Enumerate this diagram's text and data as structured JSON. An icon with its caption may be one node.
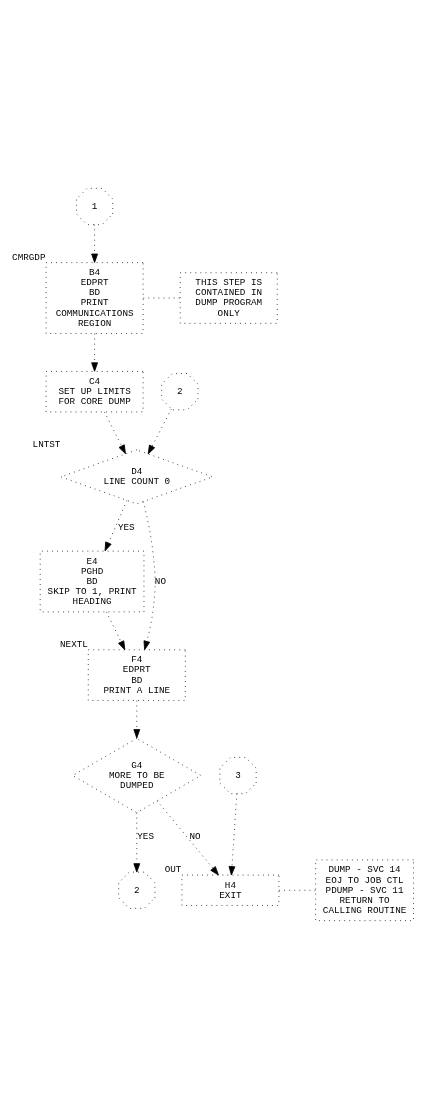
{
  "diagram": {
    "nodes": [
      {
        "text": [
          "1"
        ]
      },
      {
        "text": [
          "B4",
          "EDPRT",
          "BD",
          "PRINT COMMUNICATIONS REGION"
        ],
        "beside": [
          "CMRGDP"
        ]
      },
      {
        "text": [
          "THIS STEP IS CONTAINED IN DUMP PROGRAM ONLY"
        ]
      },
      {
        "text": [
          "C4",
          "SET UP LIMITS FOR CORE DUMP"
        ]
      },
      {
        "text": [
          "2"
        ]
      },
      {
        "text": [
          "D4",
          "LINE COUNT 0"
        ],
        "beside": [
          "LNTST"
        ]
      },
      {
        "text": [
          "E4",
          "PGHD",
          "BD",
          "SKIP TO 1, PRINT HEADING"
        ]
      },
      {
        "text": [
          "F4",
          "EDPRT",
          "BD",
          "PRINT A LINE"
        ],
        "beside": [
          "NEXTL"
        ]
      },
      {
        "text": [
          "G4",
          "MORE TO BE DUMPED"
        ]
      },
      {
        "text": [
          "2"
        ]
      },
      {
        "text": [
          "3"
        ]
      },
      {
        "text": [
          "H4",
          "EXIT"
        ],
        "beside": [
          "OUT"
        ]
      },
      {
        "text": [
          "DUMP - SVC 14 EOJ TO JOB CTL PDUMP - SVC 11 RETURN TO CALLING ROUTINE"
        ]
      }
    ],
    "edges": [
      {
        "from": 0,
        "to": 1,
        "arrow": "to"
      },
      {
        "from": 1,
        "to": 2,
        "arrow": "none"
      },
      {
        "from": 1,
        "to": 3,
        "arrow": "to"
      },
      {
        "from": 3,
        "to": 5,
        "arrow": "to"
      },
      {
        "from": 4,
        "to": 5,
        "arrow": "to"
      },
      {
        "from": 5,
        "to": 6,
        "arrow": "to",
        "label": "YES"
      },
      {
        "from": 5,
        "to": 7,
        "arrow": "to",
        "label": "NO"
      },
      {
        "from": 6,
        "to": 7,
        "arrow": "to"
      },
      {
        "from": 7,
        "to": 8,
        "arrow": "to"
      },
      {
        "from": 8,
        "to": 9,
        "arrow": "to",
        "label": "YES"
      },
      {
        "from": 8,
        "to": 11,
        "arrow": "to",
        "label": "NO"
      },
      {
        "from": 10,
        "to": 11,
        "arrow": "to"
      },
      {
        "from": 11,
        "to": 12,
        "arrow": "none"
      }
    ]
  }
}
